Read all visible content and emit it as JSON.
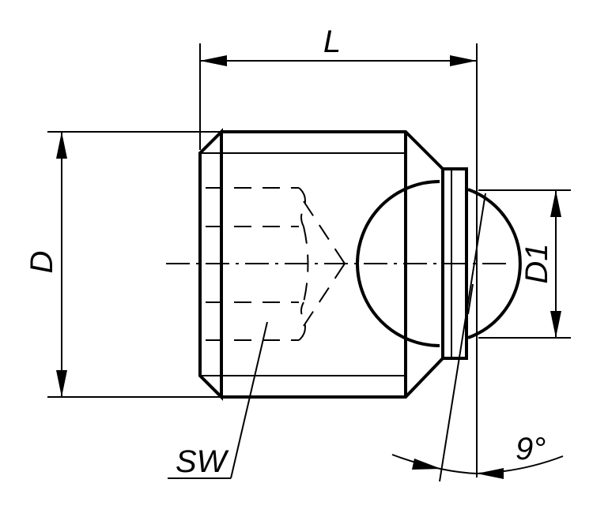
{
  "labels": {
    "length": "L",
    "diameter": "D",
    "ball_diameter": "D1",
    "wrench_size": "SW",
    "angle": "9°"
  }
}
